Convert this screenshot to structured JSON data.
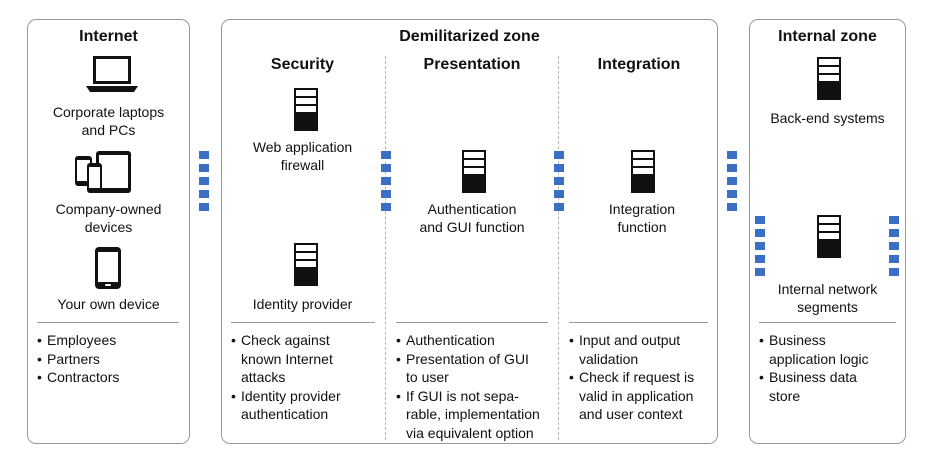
{
  "internet": {
    "title": "Internet",
    "devices": [
      {
        "label": "Corporate laptops\nand PCs",
        "icon": "laptop-icon"
      },
      {
        "label": "Company-owned\ndevices",
        "icon": "tablet-phones-icon"
      },
      {
        "label": "Your own device",
        "icon": "smartphone-icon"
      }
    ],
    "bullets": [
      "Employees",
      "Partners",
      "Contractors"
    ]
  },
  "dmz": {
    "title": "Demilitarized zone",
    "columns": [
      {
        "title": "Security",
        "components": [
          "Web application\nfirewall",
          "Identity provider"
        ],
        "bullets": [
          "Check against\nknown Internet\nattacks",
          "Identity provider\nauthentication"
        ]
      },
      {
        "title": "Presentation",
        "components": [
          "Authentication\nand GUI function"
        ],
        "bullets": [
          "Authentication",
          "Presentation of GUI\nto user",
          "If GUI is not sepa-\nrable, implementation\nvia equivalent option"
        ]
      },
      {
        "title": "Integration",
        "components": [
          "Integration\nfunction"
        ],
        "bullets": [
          "Input and output\nvalidation",
          "Check if request is\nvalid in application\nand user context"
        ]
      }
    ]
  },
  "internal": {
    "title": "Internal zone",
    "components": [
      "Back-end systems",
      "Internal network\nsegments"
    ],
    "bullets": [
      "Business\napplication logic",
      "Business data\nstore"
    ]
  },
  "colors": {
    "connector": "#3b6fc4",
    "border": "#9a9a9a",
    "divider": "#b5b5b5"
  }
}
